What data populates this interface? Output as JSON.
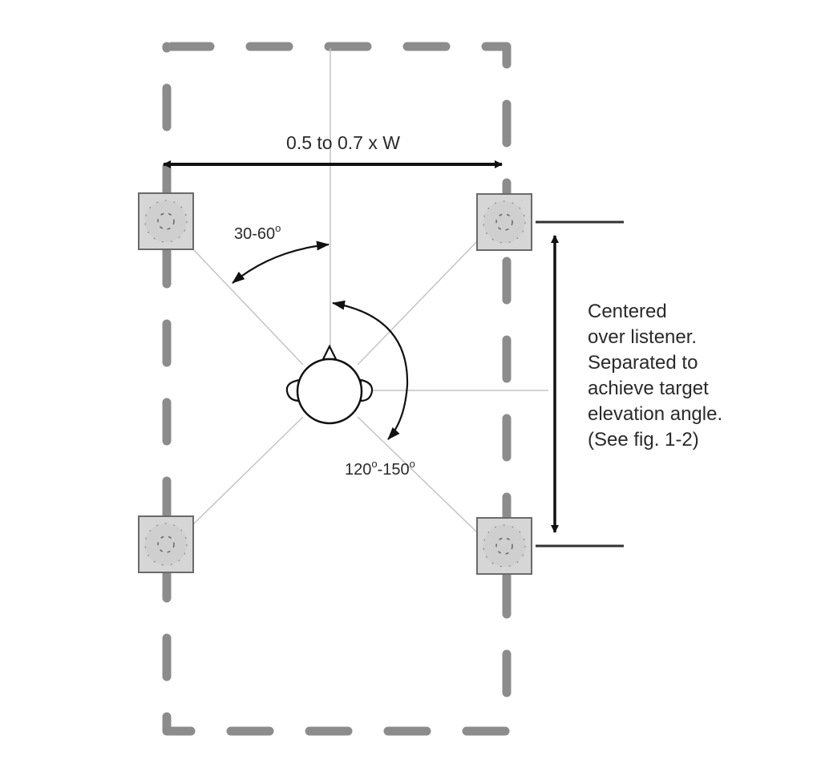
{
  "diagram": {
    "title": "Overhead speaker placement",
    "width_label": "0.5 to 0.7 x W",
    "front_angle_label": "30-60",
    "rear_angle_label_start": "120",
    "rear_angle_label_sep": "-",
    "rear_angle_label_end": "150",
    "degree_symbol": "o",
    "note_lines": [
      "Centered",
      "over listener.",
      "Separated to",
      "achieve target",
      "elevation angle.",
      "(See fig. 1-2)"
    ],
    "speakers": [
      {
        "id": "front-left"
      },
      {
        "id": "front-right"
      },
      {
        "id": "rear-left"
      },
      {
        "id": "rear-right"
      }
    ],
    "colors": {
      "room_outline": "#8c8c8c",
      "speaker_fill": "#d6d6d6",
      "speaker_border": "#6a6a6a",
      "guide_line": "#c4c4c4",
      "arrow": "#111111",
      "text": "#2a2a2a"
    }
  }
}
